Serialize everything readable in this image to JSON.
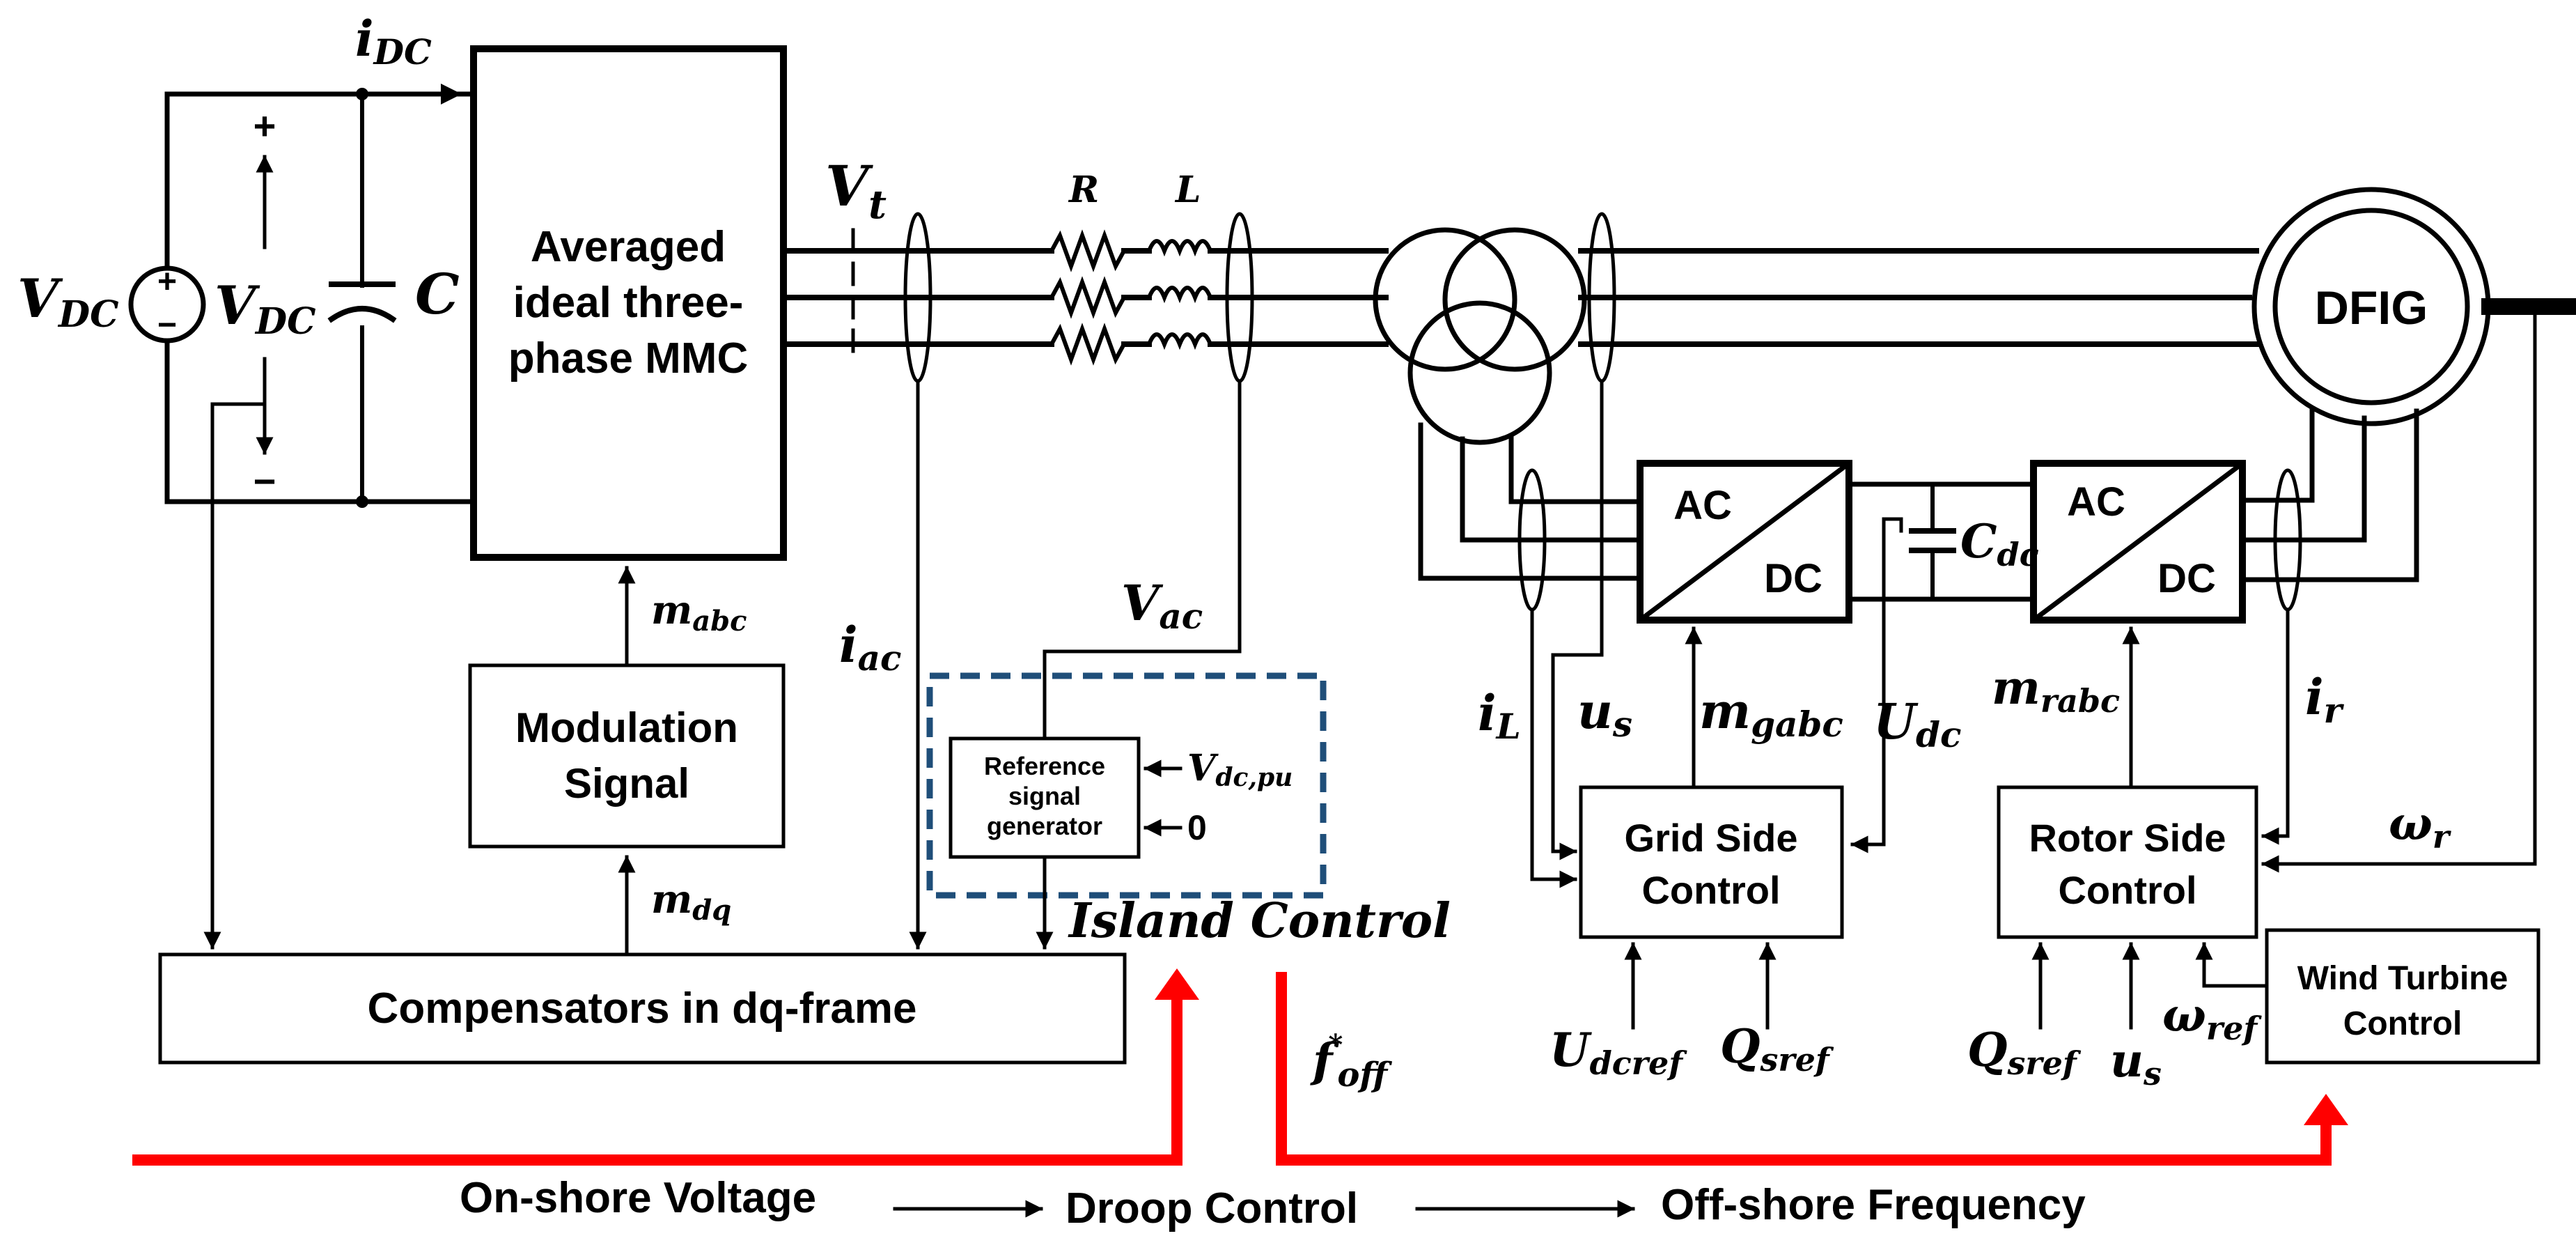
{
  "blocks": {
    "mmc": [
      "Averaged",
      "ideal three-",
      "phase MMC"
    ],
    "modulation": [
      "Modulation",
      "Signal"
    ],
    "compensators": "Compensators in dq-frame",
    "reference": [
      "Reference",
      "signal",
      "generator"
    ],
    "grid_side": [
      "Grid Side",
      "Control"
    ],
    "rotor_side": [
      "Rotor Side",
      "Control"
    ],
    "wind_turbine": [
      "Wind Turbine",
      "Control"
    ],
    "dfig": "DFIG",
    "ac": "AC",
    "dc": "DC"
  },
  "labels": {
    "i_dc": "i",
    "i_dc_sub": "DC",
    "v_dc_left": "V",
    "v_dc_left_sub": "DC",
    "v_dc_mid": "V",
    "v_dc_mid_sub": "DC",
    "plus": "+",
    "minus": "−",
    "c": "C",
    "vt": "V",
    "vt_sub": "t",
    "r": "R",
    "l": "L",
    "m_abc": "m",
    "m_abc_sub": "abc",
    "m_dq": "m",
    "m_dq_sub": "dq",
    "i_ac": "i",
    "i_ac_sub": "ac",
    "v_ac": "V",
    "v_ac_sub": "ac",
    "vdc_pu": "V",
    "vdc_pu_sub": "dc,pu",
    "zero": "0",
    "island_control": "Island Control",
    "f_off": "f",
    "f_off_sup": "*",
    "f_off_sub": "off",
    "i_l": "i",
    "i_l_sub": "L",
    "u_s": "u",
    "u_s_sub": "s",
    "m_gabc": "m",
    "m_gabc_sub": "gabc",
    "u_dc": "U",
    "u_dc_sub": "dc",
    "c_dc": "C",
    "c_dc_sub": "dc",
    "m_rabc": "m",
    "m_rabc_sub": "rabc",
    "i_r": "i",
    "i_r_sub": "r",
    "omega_r": "ω",
    "omega_r_sub": "r",
    "u_dcref": "U",
    "u_dcref_sub": "dcref",
    "q_sref_grid": "Q",
    "q_sref_grid_sub": "sref",
    "q_sref_rotor": "Q",
    "q_sref_rotor_sub": "sref",
    "u_s_rotor": "u",
    "u_s_rotor_sub": "s",
    "omega_ref": "ω",
    "omega_ref_sub": "ref"
  },
  "flow": {
    "onshore": "On-shore Voltage",
    "droop": "Droop Control",
    "offshore": "Off-shore Frequency"
  },
  "colors": {
    "line": "#000000",
    "signal_path": "#ff0000",
    "island_box": "#1f4e79"
  }
}
